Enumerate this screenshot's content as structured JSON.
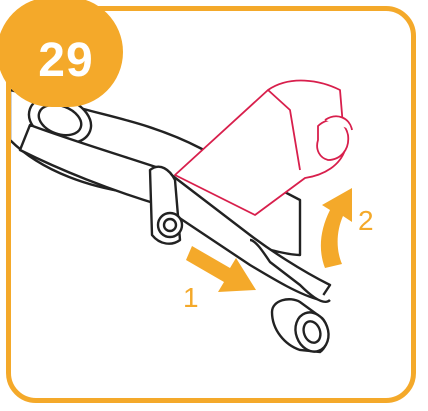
{
  "step": {
    "number": "29"
  },
  "callouts": {
    "one": "1",
    "two": "2"
  },
  "colors": {
    "accent": "#F4A92A",
    "highlight": "#D81F4C",
    "outline": "#222222",
    "body_fill": "#FFFFFF"
  },
  "icons": {
    "push": "arrow-right-icon",
    "rotate": "rotate-up-icon"
  }
}
